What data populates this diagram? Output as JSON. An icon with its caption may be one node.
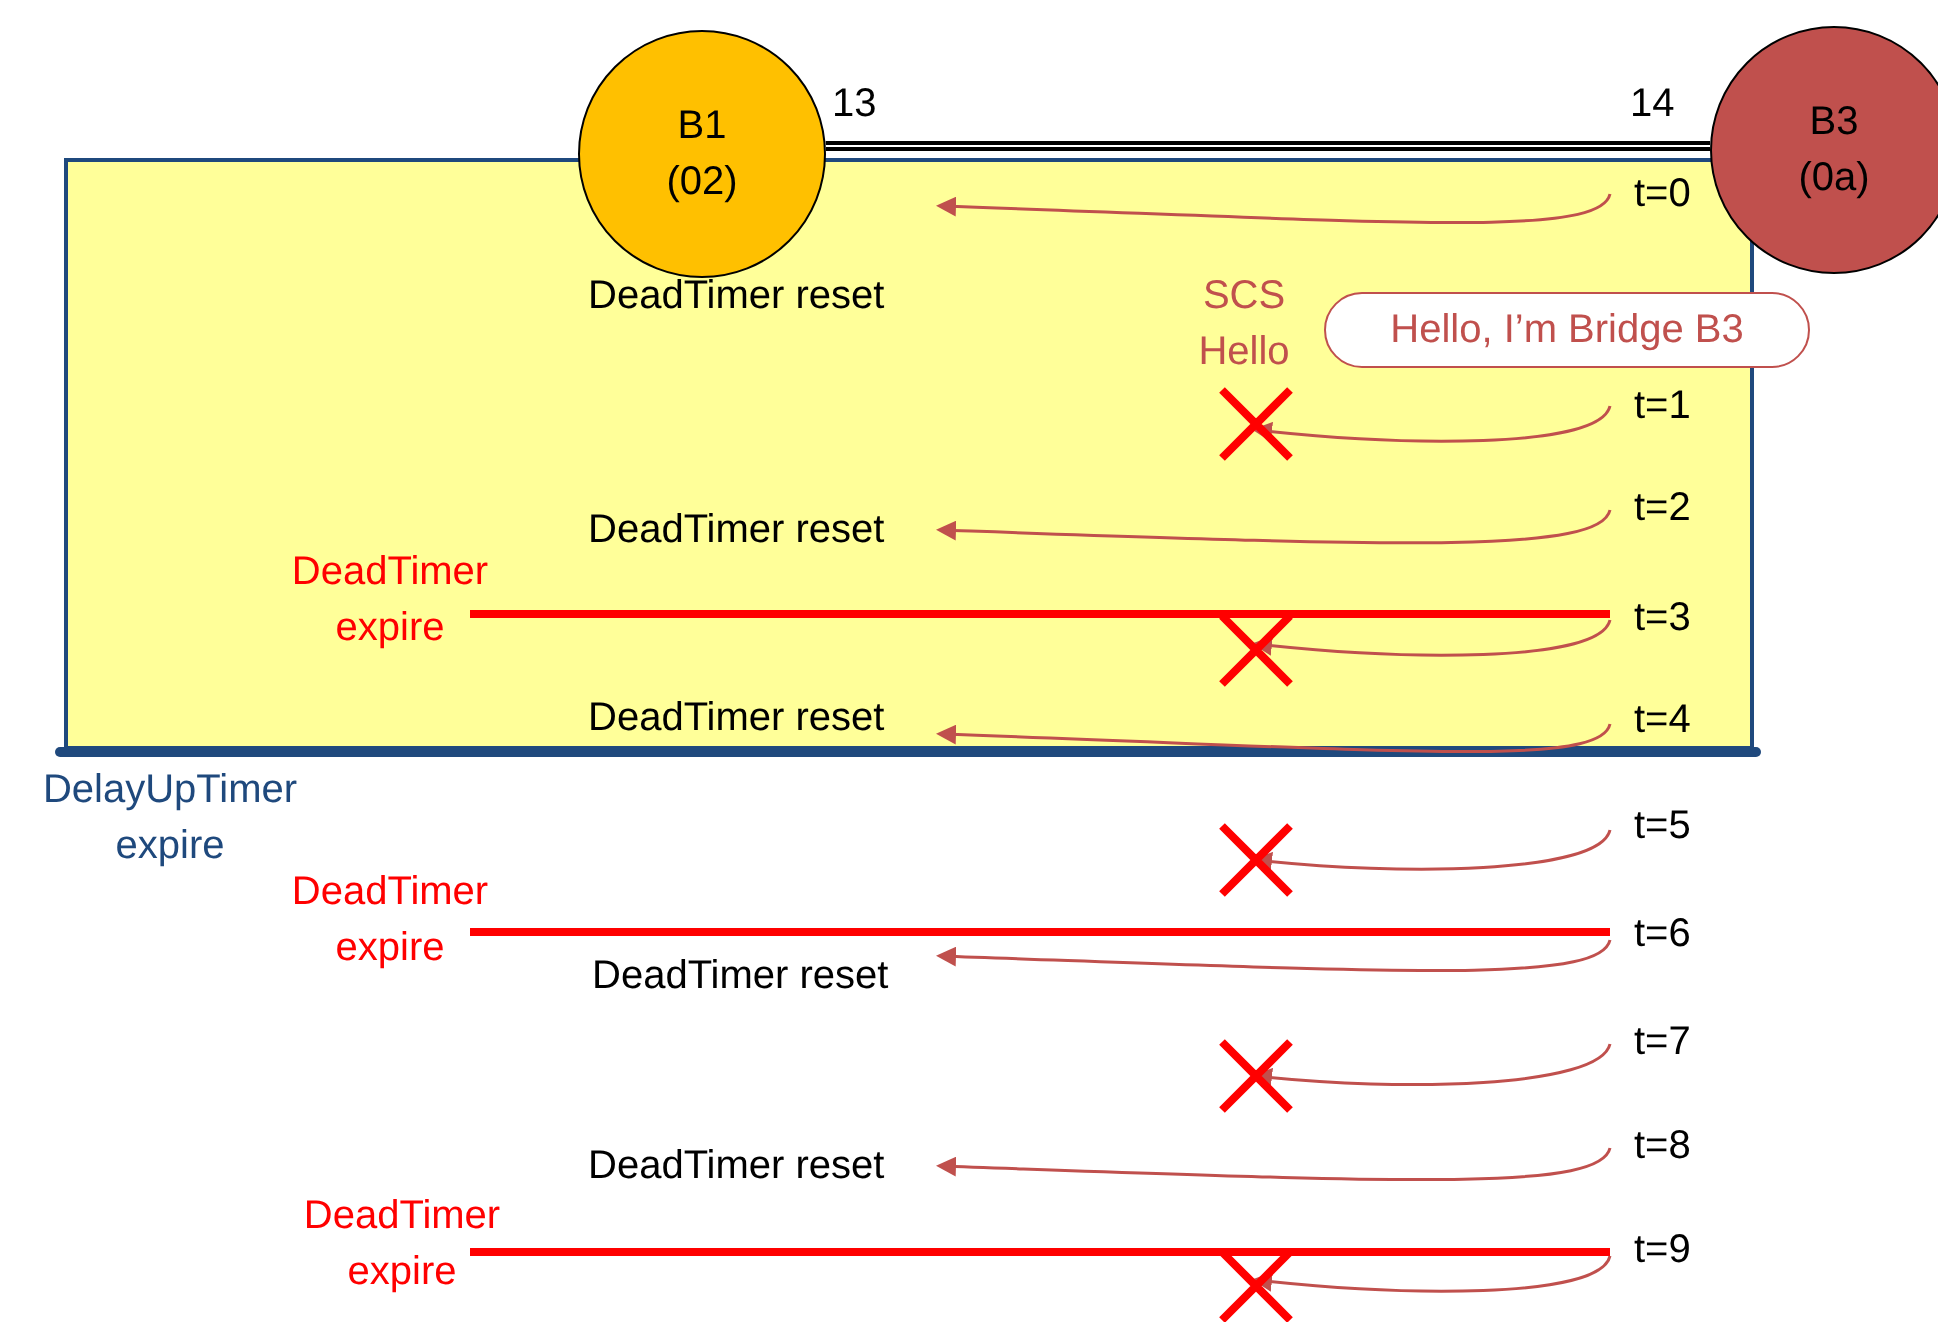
{
  "diagram": {
    "nodes": [
      {
        "text": [
          "B1 (02)"
        ]
      },
      {
        "text": [
          "B3 (0a)"
        ]
      },
      {
        "text": [
          "Hello, I’m Bridge B3"
        ]
      }
    ],
    "edges": [
      {
        "from": 0,
        "to": 1,
        "arrow": "none"
      }
    ],
    "labels": [
      "13",
      "14",
      "t=0",
      "DeadTimer reset",
      "SCS Hello",
      "t=1",
      "t=2",
      "DeadTimer reset",
      "DeadTimer expire",
      "t=3",
      "t=4",
      "DeadTimer reset",
      "DelayUpTimer expire",
      "t=5",
      "DeadTimer expire",
      "t=6",
      "DeadTimer reset",
      "t=7",
      "t=8",
      "DeadTimer reset",
      "DeadTimer expire",
      "t=9"
    ]
  }
}
